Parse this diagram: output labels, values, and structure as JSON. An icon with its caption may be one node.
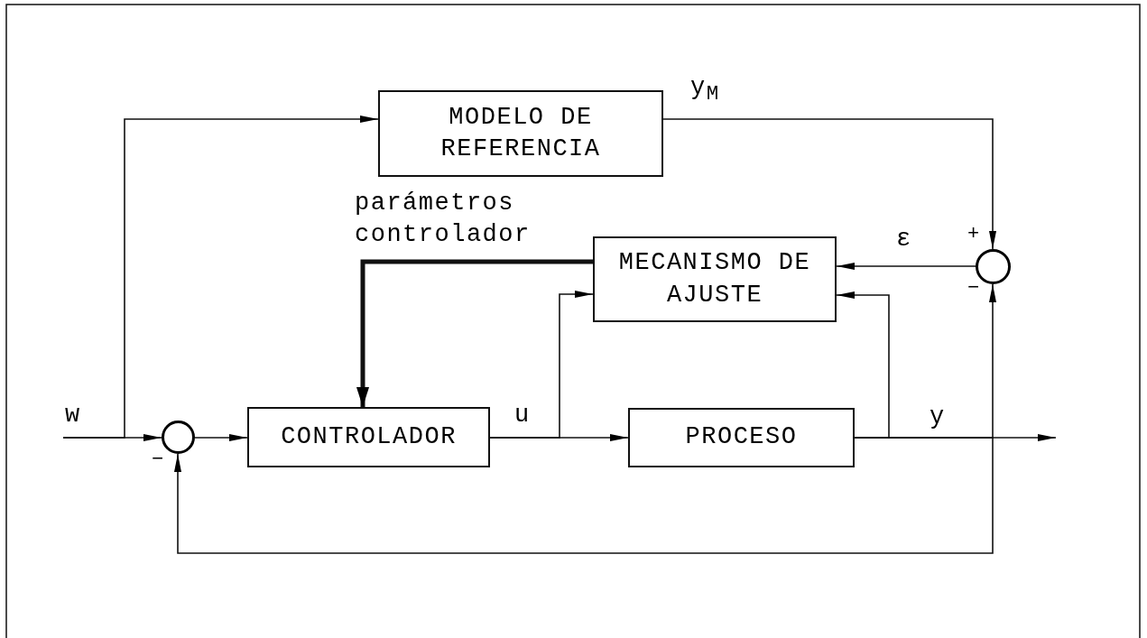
{
  "diagram": {
    "nodes": [
      {
        "text": [
          "MODELO DE REFERENCIA"
        ]
      },
      {
        "text": [
          "MECANISMO DE AJUSTE"
        ]
      },
      {
        "text": [
          "CONTROLADOR"
        ]
      },
      {
        "text": [
          "PROCESO"
        ]
      },
      {
        "text": [],
        "shape": "circle"
      },
      {
        "text": [],
        "shape": "circle"
      }
    ],
    "edges": [
      {
        "from": null,
        "to": 4,
        "arrow": "to",
        "label": "w"
      },
      {
        "from": null,
        "to": 0,
        "arrow": "to"
      },
      {
        "from": 0,
        "to": 5,
        "arrow": "to",
        "label": "y$_{M}$"
      },
      {
        "from": 5,
        "to": 1,
        "arrow": "to",
        "label": "ε"
      },
      {
        "from": 1,
        "to": 2,
        "arrow": "to",
        "style": "thick",
        "label": "parámetros controlador"
      },
      {
        "from": 4,
        "to": 2,
        "arrow": "to"
      },
      {
        "from": 2,
        "to": 3,
        "arrow": "to",
        "label": "u"
      },
      {
        "from": 2,
        "to": 1,
        "arrow": "to"
      },
      {
        "from": 3,
        "to": null,
        "arrow": "to",
        "label": "y"
      },
      {
        "from": 3,
        "to": 1,
        "arrow": "to"
      },
      {
        "from": 3,
        "to": 5,
        "arrow": "to"
      },
      {
        "from": 3,
        "to": 4,
        "arrow": "to"
      }
    ],
    "labels": [
      "+",
      "−",
      "−"
    ]
  }
}
